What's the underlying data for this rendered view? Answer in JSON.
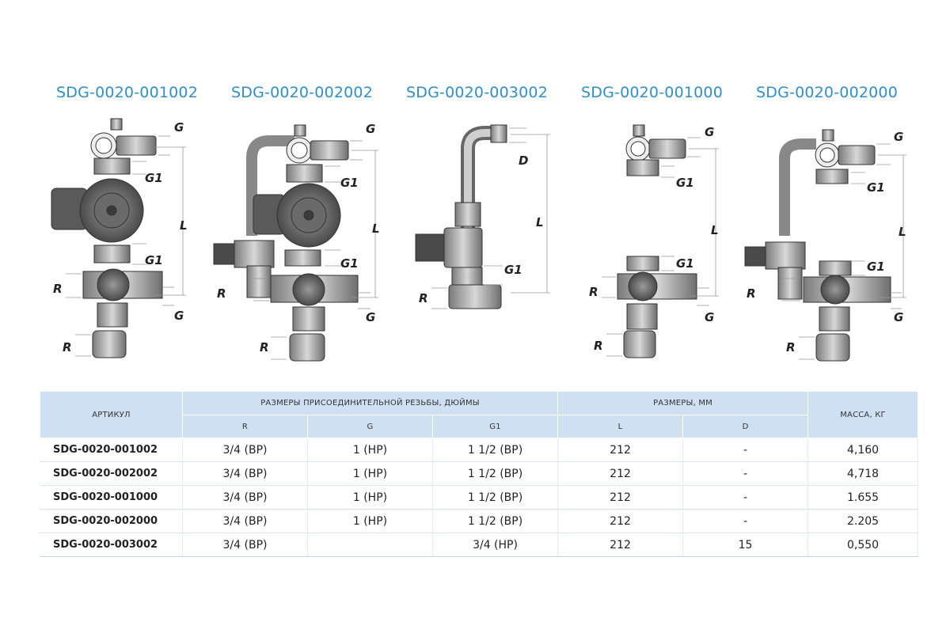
{
  "products": [
    {
      "code": "SDG-0020-001002",
      "labels": {
        "top": "G",
        "g1_top": "G1",
        "len": "L",
        "g1_bot": "G1",
        "r1": "R",
        "g_bot": "G",
        "r2": "R"
      }
    },
    {
      "code": "SDG-0020-002002",
      "labels": {
        "top": "G",
        "g1_top": "G1",
        "len": "L",
        "g1_bot": "G1",
        "r1": "R",
        "g_bot": "G",
        "r2": "R"
      }
    },
    {
      "code": "SDG-0020-003002",
      "labels": {
        "top": "D",
        "len": "L",
        "g1": "G1",
        "r1": "R"
      }
    },
    {
      "code": "SDG-0020-001000",
      "labels": {
        "top": "G",
        "g1_top": "G1",
        "len": "L",
        "g1_bot": "G1",
        "r1": "R",
        "g_bot": "G",
        "r2": "R"
      }
    },
    {
      "code": "SDG-0020-002000",
      "labels": {
        "top": "G",
        "g1_top": "G1",
        "len": "L",
        "g1_bot": "G1",
        "r1": "R",
        "g_bot": "G",
        "r2": "R"
      }
    }
  ],
  "table": {
    "headers": {
      "article": "АРТИКУЛ",
      "thread_group": "РАЗМЕРЫ ПРИСОЕДИНИТЕЛЬНОЙ РЕЗЬБЫ, ДЮЙМЫ",
      "dims_group": "РАЗМЕРЫ, ММ",
      "mass": "МАССА, КГ",
      "r": "R",
      "g": "G",
      "g1": "G1",
      "l": "L",
      "d": "D"
    },
    "rows": [
      {
        "code": "SDG-0020-001002",
        "r": "3/4 (ВР)",
        "g": "1 (НР)",
        "g1": "1 1/2 (ВР)",
        "l": "212",
        "d": "-",
        "mass": "4,160"
      },
      {
        "code": "SDG-0020-002002",
        "r": "3/4 (ВР)",
        "g": "1 (НР)",
        "g1": "1 1/2 (ВР)",
        "l": "212",
        "d": "-",
        "mass": "4,718"
      },
      {
        "code": "SDG-0020-001000",
        "r": "3/4 (ВР)",
        "g": "1 (НР)",
        "g1": "1 1/2 (ВР)",
        "l": "212",
        "d": "-",
        "mass": "1.655"
      },
      {
        "code": "SDG-0020-002000",
        "r": "3/4 (ВР)",
        "g": "1 (НР)",
        "g1": "1 1/2 (ВР)",
        "l": "212",
        "d": "-",
        "mass": "2.205"
      },
      {
        "code": "SDG-0020-003002",
        "r": "3/4 (ВР)",
        "g": "",
        "g1": "3/4 (НР)",
        "l": "212",
        "d": "15",
        "mass": "0,550"
      }
    ]
  }
}
